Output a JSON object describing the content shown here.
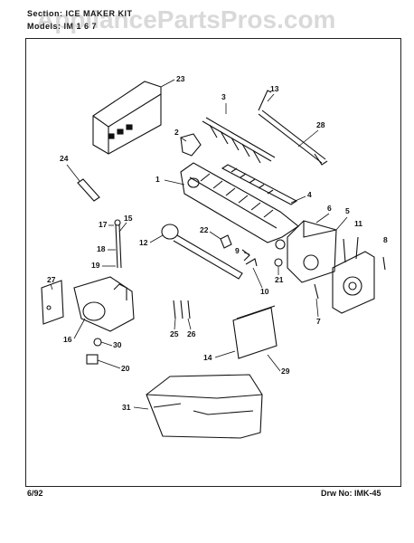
{
  "header": {
    "section_line": "Section: ICE MAKER KIT",
    "models_line": "Models: IM 1 6 7",
    "watermark": "AppliancePartsPros.com"
  },
  "footer": {
    "date": "6/92",
    "drawing": "Drw No: IMK-45"
  },
  "callouts": [
    "1",
    "2",
    "3",
    "4",
    "5",
    "6",
    "7",
    "8",
    "9",
    "10",
    "11",
    "12",
    "13",
    "14",
    "15",
    "16",
    "17",
    "18",
    "19",
    "20",
    "21",
    "22",
    "23",
    "24",
    "25",
    "26",
    "27",
    "28",
    "29",
    "30",
    "31"
  ]
}
